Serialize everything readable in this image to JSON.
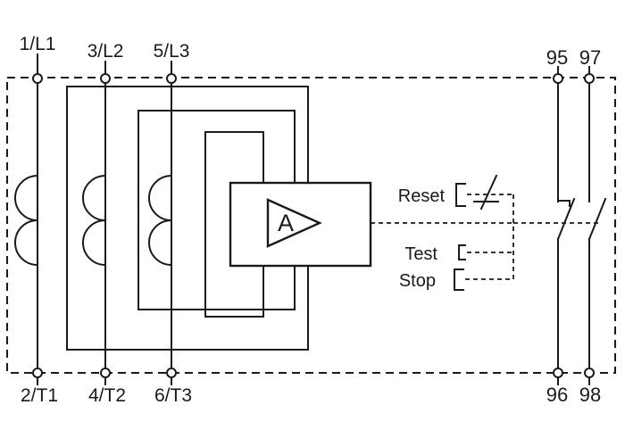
{
  "schematic": {
    "phase_terminals_top": [
      "1/L1",
      "3/L2",
      "5/L3"
    ],
    "phase_terminals_bottom": [
      "2/T1",
      "4/T2",
      "6/T3"
    ],
    "aux_terminals_top": [
      "95",
      "97"
    ],
    "aux_terminals_bottom": [
      "96",
      "98"
    ],
    "controls": {
      "reset": "Reset",
      "test": "Test",
      "stop": "Stop"
    },
    "amplifier": "A",
    "colors": {
      "line": "#1a1a1a",
      "background": "#ffffff"
    }
  }
}
